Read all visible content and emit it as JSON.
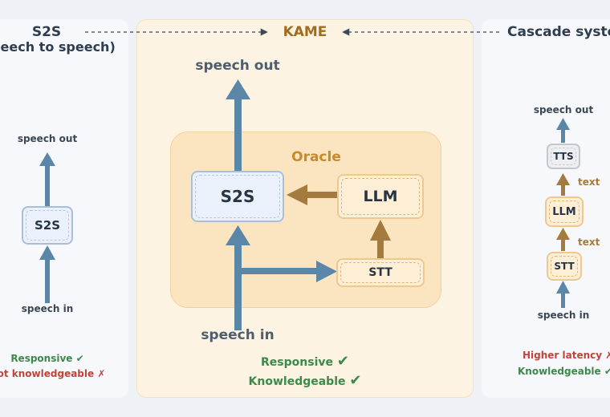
{
  "header": {
    "s2s_title": "S2S",
    "s2s_subtitle": "(speech to speech)",
    "kame_title": "KAME",
    "cascade_title": "Cascade system"
  },
  "left": {
    "speech_out": "speech out",
    "box": "S2S",
    "speech_in": "speech in",
    "prop1": "Responsive",
    "prop1_mark": "✔",
    "prop2": "Not knowledgeable",
    "prop2_mark": "✗"
  },
  "center": {
    "speech_out": "speech out",
    "oracle_label": "Oracle",
    "s2s_box": "S2S",
    "llm_box": "LLM",
    "stt_box": "STT",
    "speech_in": "speech in",
    "prop1": "Responsive",
    "prop1_mark": "✔",
    "prop2": "Knowledgeable",
    "prop2_mark": "✔"
  },
  "right": {
    "speech_out": "speech out",
    "tts_box": "TTS",
    "llm_box": "LLM",
    "stt_box": "STT",
    "text1": "text",
    "text2": "text",
    "speech_in": "speech in",
    "prop1": "Higher latency",
    "prop1_mark": "✗",
    "prop2": "Knowledgeable",
    "prop2_mark": "✔"
  },
  "colors": {
    "blue_arrow": "#5a87a8",
    "brown_arrow": "#a47b3e",
    "title_dark": "#2e3d4f",
    "kame": "#a06c1f",
    "oracle": "#c98a2a",
    "green": "#3b8a4a",
    "red": "#c0443c"
  }
}
